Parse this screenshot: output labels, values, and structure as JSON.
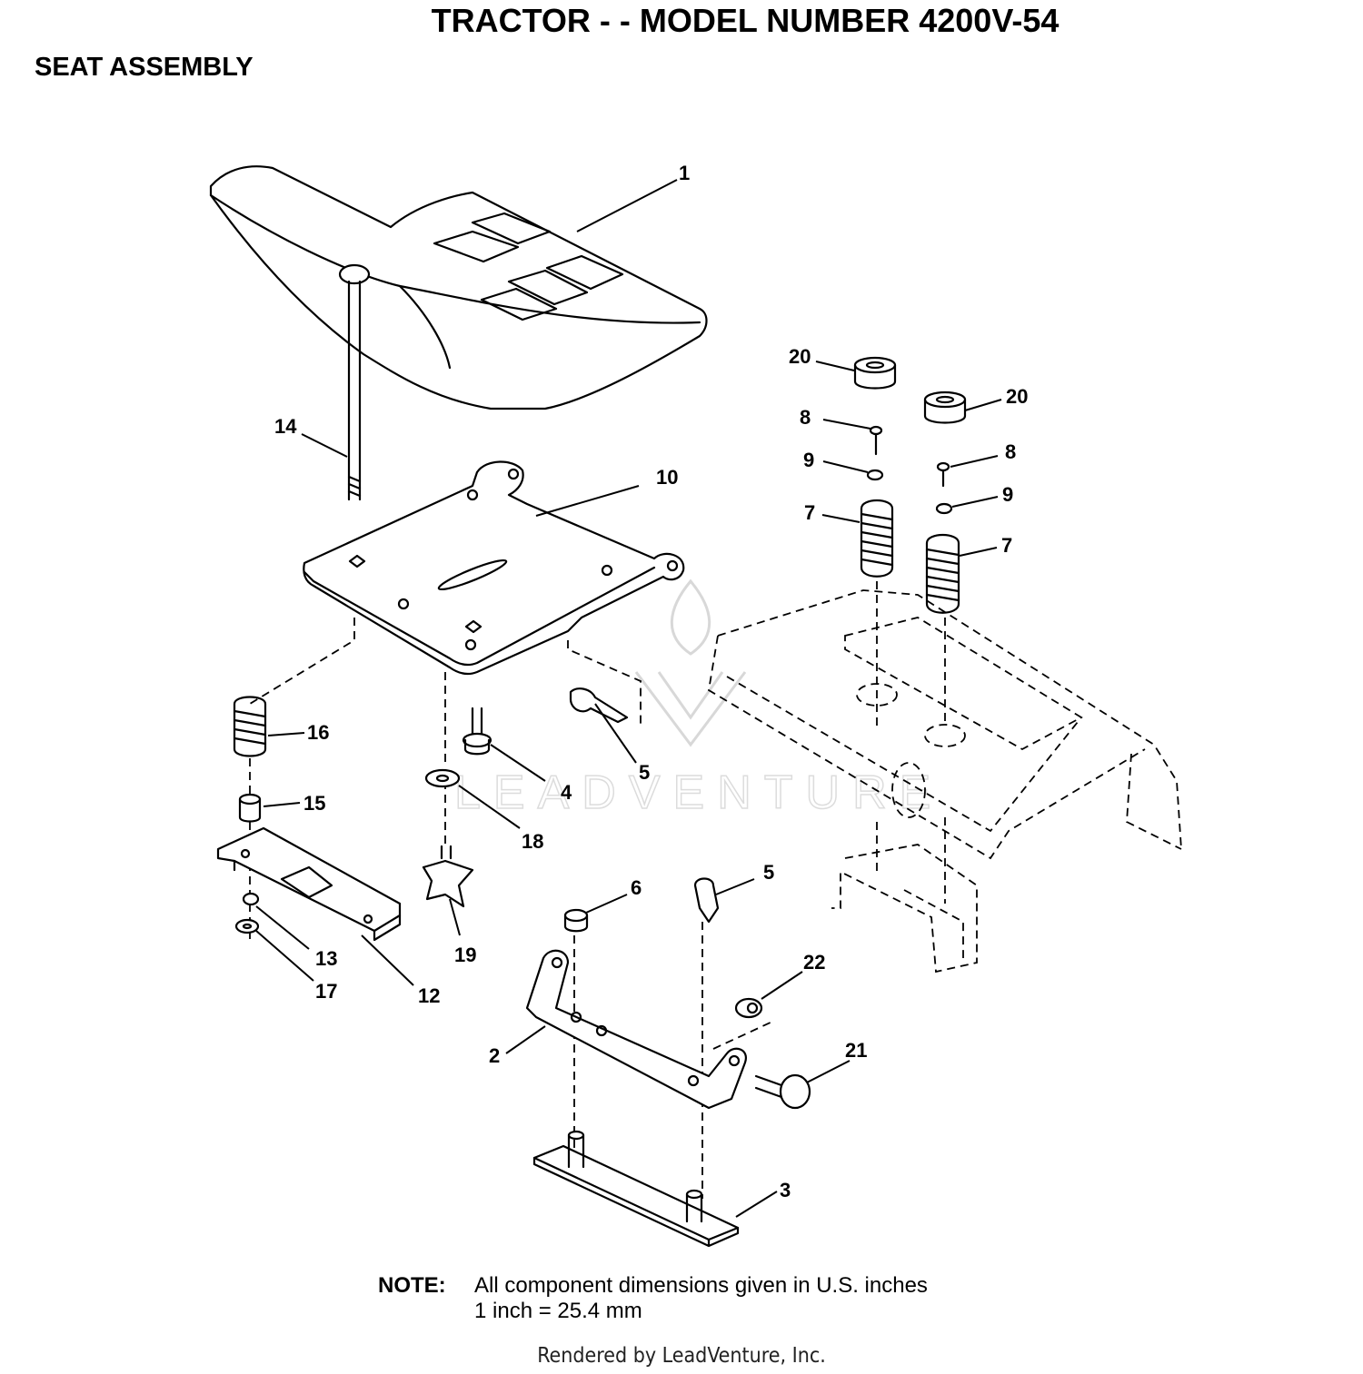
{
  "header": {
    "title": "TRACTOR - - MODEL NUMBER 4200V-54",
    "subtitle": "SEAT ASSEMBLY"
  },
  "callouts": {
    "c1": "1",
    "c2": "2",
    "c3": "3",
    "c4": "4",
    "c5a": "5",
    "c5b": "5",
    "c6": "6",
    "c7a": "7",
    "c7b": "7",
    "c8a": "8",
    "c8b": "8",
    "c9a": "9",
    "c9b": "9",
    "c10": "10",
    "c12": "12",
    "c13": "13",
    "c14": "14",
    "c15": "15",
    "c16": "16",
    "c17": "17",
    "c18": "18",
    "c19": "19",
    "c20a": "20",
    "c20b": "20",
    "c21": "21",
    "c22": "22"
  },
  "watermark": {
    "text": "LEADVENTURE"
  },
  "note": {
    "label": "NOTE:",
    "line1": "All component dimensions given in U.S. inches",
    "line2": "1 inch = 25.4 mm"
  },
  "footer": {
    "text": "Rendered by LeadVenture, Inc."
  }
}
